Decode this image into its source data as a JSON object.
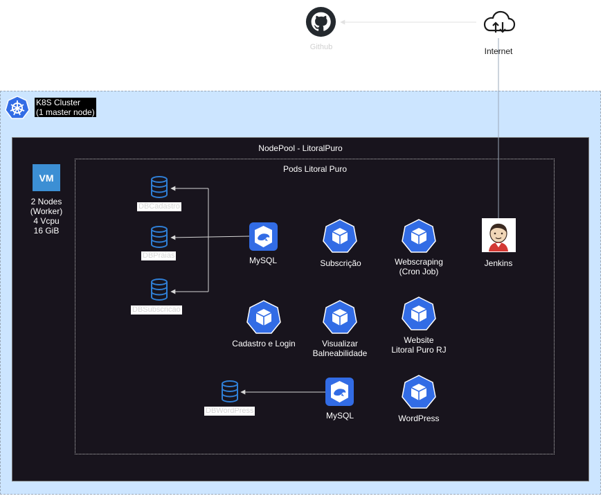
{
  "external": {
    "github_label": "Github",
    "internet_label": "Internet"
  },
  "cluster": {
    "title": "K8S Cluster\n(1 master node)",
    "nodepool": {
      "title": "NodePool - LitoralPuro",
      "vm_icon_text": "VM",
      "vm_label": "2 Nodes\n(Worker)\n4 Vcpu\n16 GiB"
    },
    "pods": {
      "title": "Pods Litoral Puro",
      "databases": [
        {
          "label": "DBCadastro"
        },
        {
          "label": "DBPraias"
        },
        {
          "label": "DBSubscricao"
        },
        {
          "label": "DBWordPress"
        }
      ],
      "services": {
        "mysql_1": "MySQL",
        "subscricao": "Subscrição",
        "webscraping": "Webscraping\n(Cron Job)",
        "jenkins": "Jenkins",
        "cadastro": "Cadastro e Login",
        "visualizar": "Visualizar\nBalneabilidade",
        "website": "Website\nLitoral Puro RJ",
        "mysql_2": "MySQL",
        "wordpress": "WordPress"
      }
    }
  },
  "colors": {
    "cluster_bg": "#cce5ff",
    "nodepool_bg": "#18141d",
    "k8s_blue": "#326ce5",
    "db_blue": "#2f7fd6",
    "vm_blue": "#3c8fd4",
    "arrow_dark": "#b8b8b8",
    "arrow_light": "#d6d6d6"
  },
  "icons": [
    "github-icon",
    "cloud-icon",
    "kubernetes-helm-icon",
    "vm-icon",
    "database-icon",
    "mysql-dolphin-icon",
    "k8s-pod-cube-icon",
    "jenkins-icon"
  ]
}
